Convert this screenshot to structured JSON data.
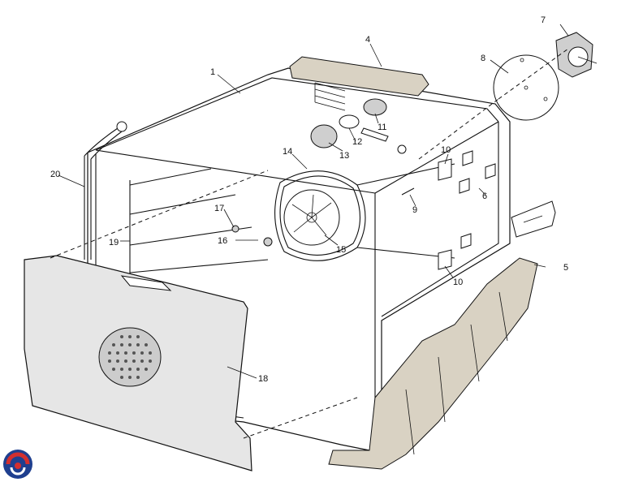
{
  "labels": {
    "n1": "1",
    "n4": "4",
    "n5": "5",
    "n6": "6",
    "n7": "7",
    "n8": "8",
    "n9": "9",
    "n10a": "10",
    "n10b": "10",
    "n11": "11",
    "n12": "12",
    "n13": "13",
    "n14": "14",
    "n15": "15",
    "n16": "16",
    "n17": "17",
    "n18": "18",
    "n19": "19",
    "n20": "20"
  },
  "colors": {
    "line": "#111111",
    "panel": "#e6e6e6",
    "insulation": "#d9d2c3",
    "logo_red": "#d32f2f",
    "logo_blue": "#1f3f8f"
  },
  "icons": {
    "logo": "brand-logo-swirl"
  }
}
